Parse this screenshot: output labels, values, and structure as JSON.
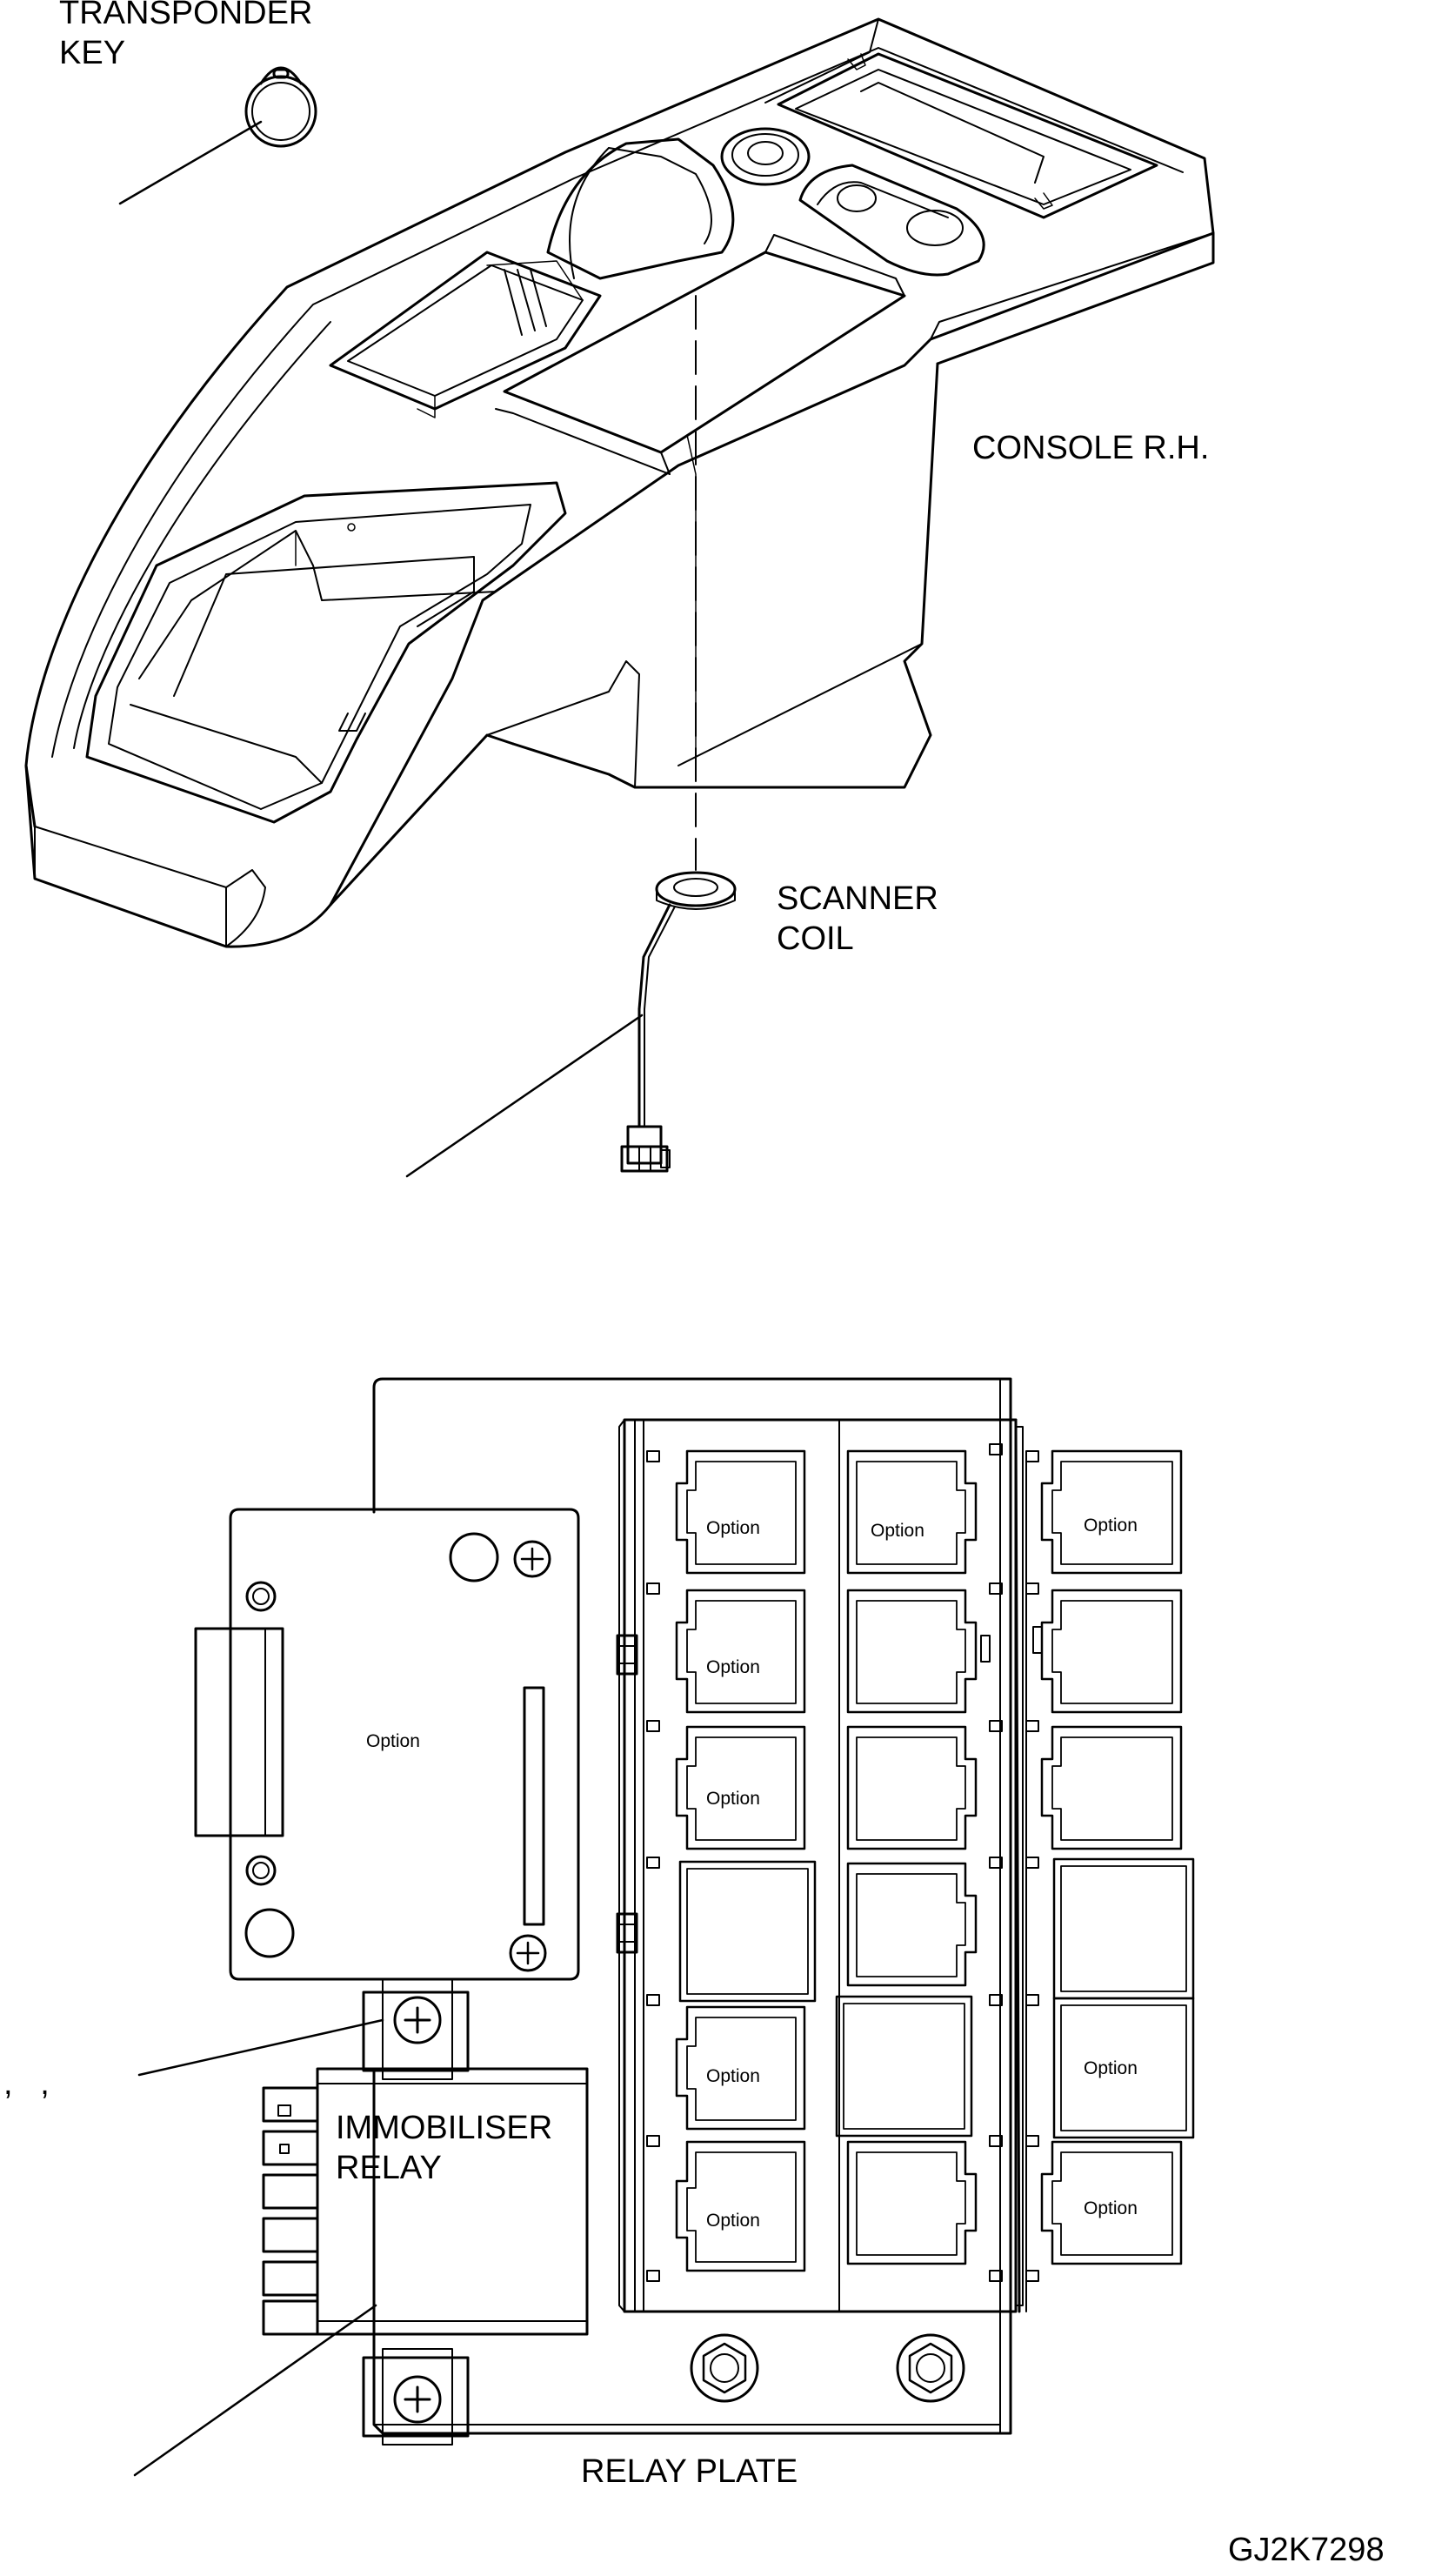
{
  "labels": {
    "transponder_key": "TRANSPONDER\nKEY",
    "console": "CONSOLE R.H.",
    "scanner_coil": "SCANNER\nCOIL",
    "immobiliser_relay": "IMMOBILISER\nRELAY",
    "relay_plate": "RELAY PLATE",
    "drawing_number": "GJ2K7298",
    "stray_mark": ",   ,"
  },
  "option_label": "Option",
  "colors": {
    "line": "#000000",
    "background": "#ffffff"
  }
}
